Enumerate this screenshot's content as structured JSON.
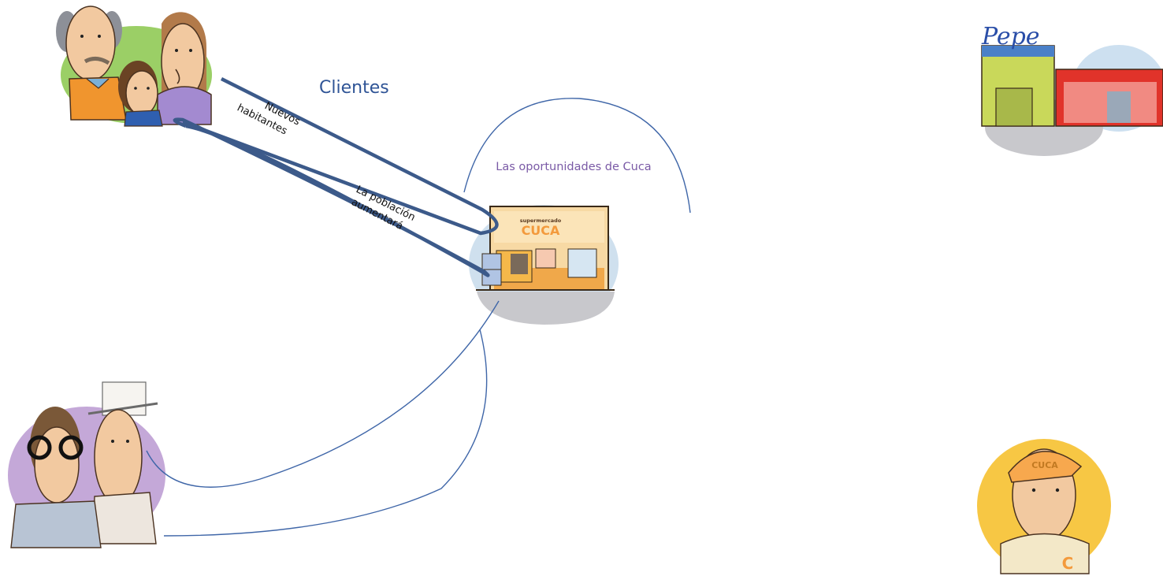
{
  "diagram": {
    "title_clientes": "Clientes",
    "title_oportunidades": "Las oportunidades de Cuca",
    "link_nuevos": [
      "Nuevos",
      "habitantes"
    ],
    "link_poblacion": [
      "La población",
      "aumentará"
    ],
    "store_sign_small": "supermercado",
    "store_sign": "CUCA",
    "competitor_sign": "Pepe",
    "cap_text": "CUCA",
    "shirt_letter": "C"
  },
  "colors": {
    "title": "#2f5496",
    "subtitle": "#7a5aa6",
    "arrow": "#3c5a8a",
    "connector": "#3f66a8"
  }
}
